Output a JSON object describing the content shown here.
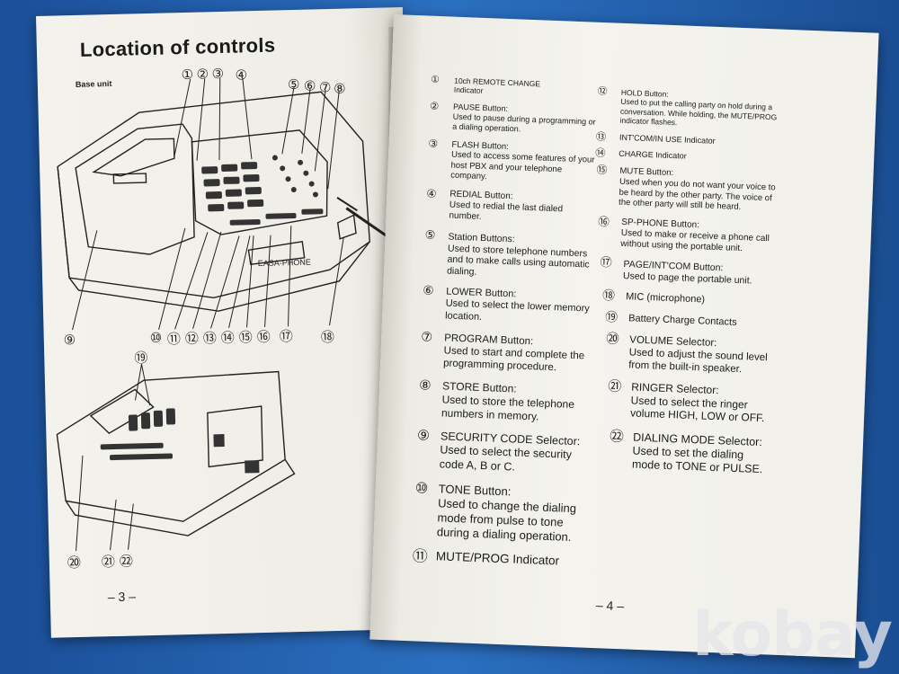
{
  "left_page": {
    "title": "Location of controls",
    "subtitle": "Base unit",
    "page_number": "– 3 –",
    "callouts": [
      "①",
      "②",
      "③",
      "④",
      "⑤",
      "⑥",
      "⑦",
      "⑧",
      "⑨",
      "⑩",
      "⑪",
      "⑫",
      "⑬",
      "⑭",
      "⑮",
      "⑯",
      "⑰",
      "⑱",
      "⑲",
      "⑳",
      "㉑",
      "㉒"
    ],
    "device_labels": {
      "button_label": "EASA-PHONE"
    }
  },
  "right_page": {
    "page_number": "– 4 –",
    "items": [
      {
        "n": "①",
        "title": "10ch REMOTE CHANGE",
        "desc": "Indicator"
      },
      {
        "n": "②",
        "title": "PAUSE Button:",
        "desc": "Used to pause during a programming or a dialing operation."
      },
      {
        "n": "③",
        "title": "FLASH Button:",
        "desc": "Used to access some features of your host PBX and your telephone company."
      },
      {
        "n": "④",
        "title": "REDIAL Button:",
        "desc": "Used to redial the last dialed number."
      },
      {
        "n": "⑤",
        "title": "Station Buttons:",
        "desc": "Used to store telephone numbers and to make calls using automatic dialing."
      },
      {
        "n": "⑥",
        "title": "LOWER Button:",
        "desc": "Used to select the lower memory location."
      },
      {
        "n": "⑦",
        "title": "PROGRAM Button:",
        "desc": "Used to start and complete the programming procedure."
      },
      {
        "n": "⑧",
        "title": "STORE Button:",
        "desc": "Used to store the telephone numbers in memory."
      },
      {
        "n": "⑨",
        "title": "SECURITY CODE Selector:",
        "desc": "Used to select the security code A, B or C."
      },
      {
        "n": "⑩",
        "title": "TONE Button:",
        "desc": "Used to change the dialing mode from pulse to tone during a dialing operation."
      },
      {
        "n": "⑪",
        "title": "MUTE/PROG Indicator",
        "desc": ""
      },
      {
        "n": "⑫",
        "title": "HOLD Button:",
        "desc": "Used to put the calling party on hold during a conversation. While holding, the MUTE/PROG indicator flashes."
      },
      {
        "n": "⑬",
        "title": "INT'COM/IN USE Indicator",
        "desc": ""
      },
      {
        "n": "⑭",
        "title": "CHARGE Indicator",
        "desc": ""
      },
      {
        "n": "⑮",
        "title": "MUTE Button:",
        "desc": "Used when you do not want your voice to be heard by the other party. The voice of the other party will still be heard."
      },
      {
        "n": "⑯",
        "title": "SP-PHONE Button:",
        "desc": "Used to make or receive a phone call without using the portable unit."
      },
      {
        "n": "⑰",
        "title": "PAGE/INT'COM Button:",
        "desc": "Used to page the portable unit."
      },
      {
        "n": "⑱",
        "title": "MIC (microphone)",
        "desc": ""
      },
      {
        "n": "⑲",
        "title": "Battery Charge Contacts",
        "desc": ""
      },
      {
        "n": "⑳",
        "title": "VOLUME Selector:",
        "desc": "Used to adjust the sound level from the built-in speaker."
      },
      {
        "n": "㉑",
        "title": "RINGER Selector:",
        "desc": "Used to select the ringer volume HIGH, LOW or OFF."
      },
      {
        "n": "㉒",
        "title": "DIALING MODE Selector:",
        "desc": "Used to set the dialing mode to TONE or PULSE."
      }
    ]
  },
  "watermark": "kobay"
}
